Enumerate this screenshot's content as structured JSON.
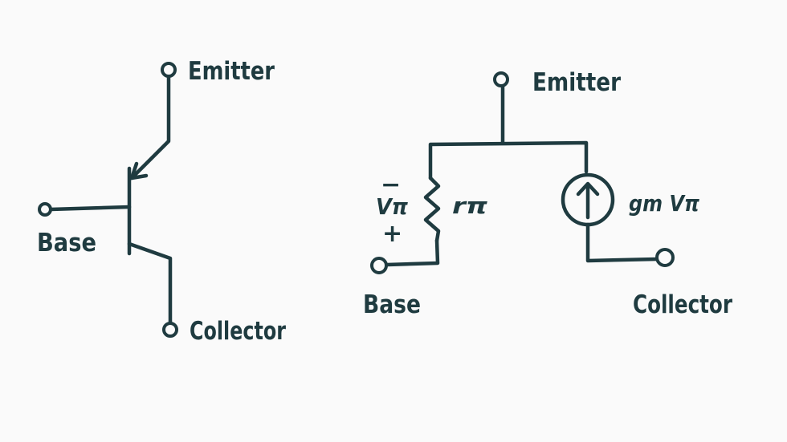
{
  "colors": {
    "background": "#fafafa",
    "ink": "#1f3b40"
  },
  "bjt_symbol": {
    "emitter_label": "Emitter",
    "base_label": "Base",
    "collector_label": "Collector"
  },
  "small_signal_model": {
    "emitter_label": "Emitter",
    "base_label": "Base",
    "collector_label": "Collector",
    "resistor_label": "rπ",
    "voltage_label": "Vπ",
    "minus_sign": "−",
    "plus_sign": "+",
    "source_label": "gm Vπ"
  }
}
